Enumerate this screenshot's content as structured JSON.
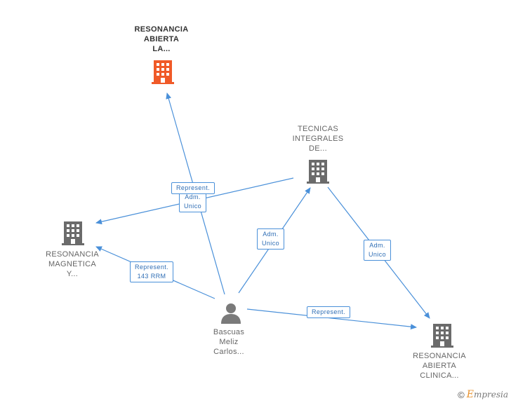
{
  "colors": {
    "edge": "#4a90d9",
    "building_main": "#f05a28",
    "building": "#6b6b6b",
    "person": "#7a7a7a"
  },
  "nodes": {
    "resonancia_abierta_la": {
      "lines": [
        "RESONANCIA",
        "ABIERTA",
        "LA..."
      ],
      "icon": "building-icon"
    },
    "tecnicas_integrales": {
      "lines": [
        "TECNICAS",
        "INTEGRALES",
        "DE..."
      ],
      "icon": "building-icon"
    },
    "resonancia_magnetica": {
      "lines": [
        "RESONANCIA",
        "MAGNETICA",
        "Y..."
      ],
      "icon": "building-icon"
    },
    "bascuas": {
      "lines": [
        "Bascuas",
        "Meliz",
        "Carlos..."
      ],
      "icon": "person-icon"
    },
    "resonancia_abierta_clinica": {
      "lines": [
        "RESONANCIA",
        "ABIERTA",
        "CLINICA..."
      ],
      "icon": "building-icon"
    }
  },
  "edges": {
    "e1": {
      "lines": [
        "Represent."
      ]
    },
    "e2": {
      "lines": [
        "Adm.",
        "Unico"
      ]
    },
    "e3": {
      "lines": [
        "Adm.",
        "Unico"
      ]
    },
    "e4": {
      "lines": [
        "Adm.",
        "Unico"
      ]
    },
    "e5": {
      "lines": [
        "Represent.",
        "143 RRM"
      ]
    },
    "e6": {
      "lines": [
        "Represent."
      ]
    }
  },
  "footer": {
    "copyright": "©",
    "brand_initial": "E",
    "brand_rest": "mpresia"
  }
}
